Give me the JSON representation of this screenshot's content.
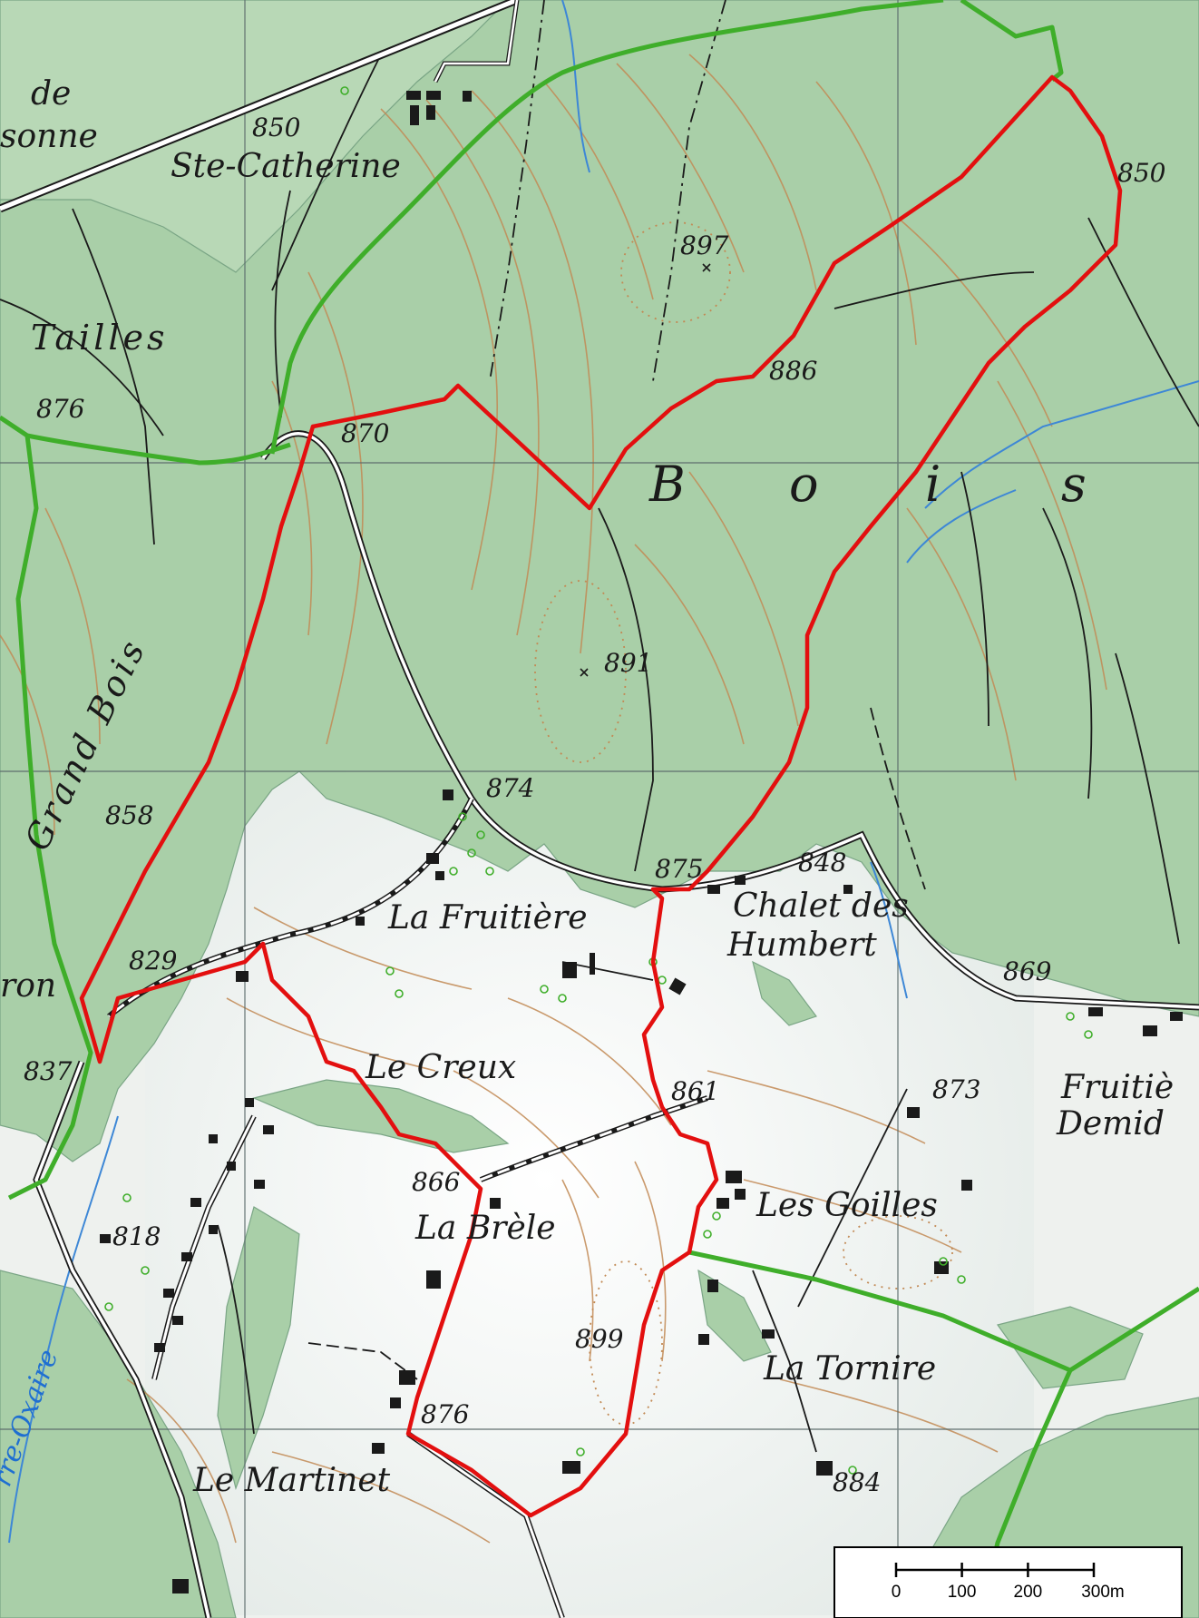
{
  "map": {
    "places": [
      {
        "id": "ste-catherine",
        "text": "Ste-Catherine"
      },
      {
        "id": "la-fruitiere",
        "text": "La Fruitière"
      },
      {
        "id": "chalet-des",
        "text": "Chalet des"
      },
      {
        "id": "humbert",
        "text": "Humbert"
      },
      {
        "id": "le-creux",
        "text": "Le Creux"
      },
      {
        "id": "les-goilles",
        "text": "Les Goilles"
      },
      {
        "id": "la-brele",
        "text": "La Brèle"
      },
      {
        "id": "la-tornire",
        "text": "La Tornire"
      },
      {
        "id": "le-martinet",
        "text": "Le Martinet"
      },
      {
        "id": "fruitie",
        "text": "Fruitiè"
      },
      {
        "id": "demid",
        "text": "Demid"
      },
      {
        "id": "de-partial",
        "text": "de"
      },
      {
        "id": "sonne-partial",
        "text": "sonne"
      },
      {
        "id": "ron-partial",
        "text": "ron"
      }
    ],
    "forest_labels": [
      {
        "id": "tailles",
        "text": "Tailles"
      },
      {
        "id": "grand-bois",
        "text": "Grand Bois"
      },
      {
        "id": "bois-b",
        "text": "B"
      },
      {
        "id": "bois-o",
        "text": "o"
      },
      {
        "id": "bois-i",
        "text": "i"
      },
      {
        "id": "bois-s",
        "text": "s"
      }
    ],
    "river_label": "rre-Oxaire",
    "altitudes": [
      "850",
      "850",
      "897",
      "886",
      "876",
      "870",
      "891",
      "874",
      "858",
      "875",
      "848",
      "829",
      "869",
      "837",
      "861",
      "873",
      "866",
      "818",
      "899",
      "876",
      "884"
    ],
    "colors": {
      "route": "#e30f0f",
      "boundary": "#3fae2a",
      "forest": "#a9cfa8",
      "contour": "#c28a55",
      "water": "#3d87d6",
      "building": "#1a1a1a"
    },
    "legend": {
      "scale_labels": [
        "0",
        "100",
        "200",
        "300m"
      ],
      "scale_fractions": [
        0,
        0.333,
        0.667,
        1.0
      ]
    }
  }
}
